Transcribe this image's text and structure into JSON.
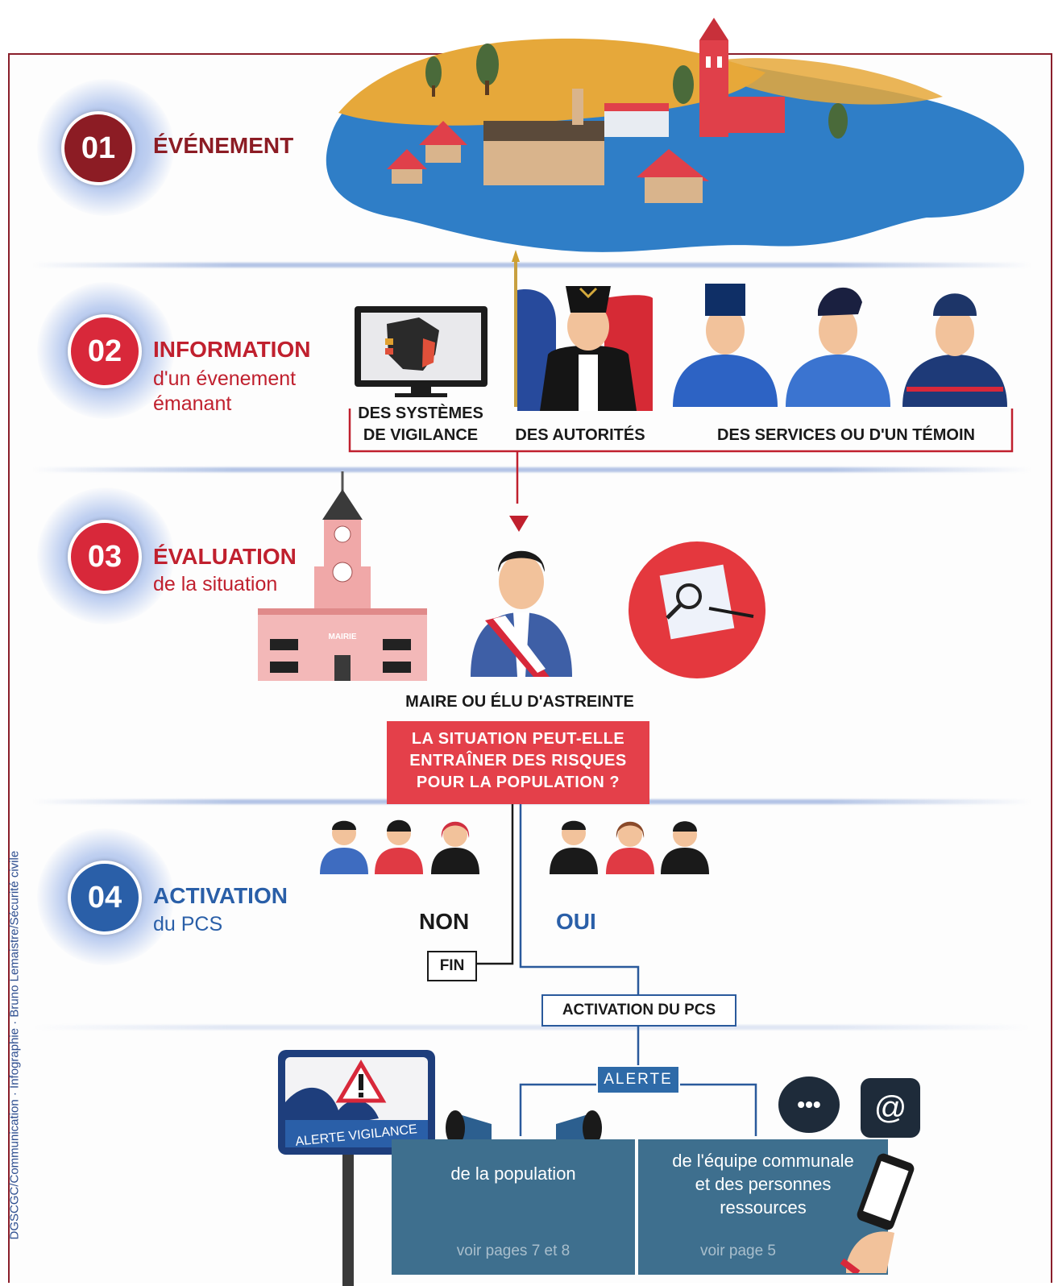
{
  "steps": [
    {
      "number": "01",
      "title": "ÉVÉNEMENT",
      "subtitle_1": "",
      "subtitle_2": "",
      "color": "#8c1c24"
    },
    {
      "number": "02",
      "title": "INFORMATION",
      "subtitle_1": "d'un évenement",
      "subtitle_2": "émanant",
      "color": "#d8283a"
    },
    {
      "number": "03",
      "title": "ÉVALUATION",
      "subtitle_1": "de la situation",
      "subtitle_2": "",
      "color": "#d8283a"
    },
    {
      "number": "04",
      "title": "ACTIVATION",
      "subtitle_1": "du PCS",
      "subtitle_2": "",
      "color": "#2a5fa8"
    }
  ],
  "information_sources": {
    "vigilance_1": "DES SYSTÈMES",
    "vigilance_2": "DE VIGILANCE",
    "authorities": "DES AUTORITÉS",
    "services": "DES SERVICES OU D'UN TÉMOIN"
  },
  "evaluation": {
    "town_hall_sign": "MAIRIE",
    "mayor_label": "MAIRE OU ÉLU D'ASTREINTE",
    "question_1": "LA SITUATION PEUT-ELLE",
    "question_2": "ENTRAÎNER DES RISQUES",
    "question_3": "POUR LA POPULATION ?"
  },
  "decision": {
    "no": "NON",
    "yes": "OUI",
    "end": "FIN",
    "activation": "ACTIVATION DU PCS",
    "alert": "ALERTE"
  },
  "alert_panels": {
    "sign_text": "ALERTE VIGILANCE",
    "population": "de la population",
    "population_ref": "voir pages 7 et 8",
    "team_1": "de l'équipe communale",
    "team_2": "et des personnes",
    "team_3": "ressources",
    "team_ref": "voir page 5",
    "chat_symbol": "•••",
    "at_symbol": "@"
  },
  "credit": "DGSCGC/Communication · Infographie · Bruno Lemaistre/Sécurité civile",
  "colors": {
    "dark_red": "#8c1c24",
    "red": "#d8283a",
    "blue": "#2a5fa8",
    "teal_panel": "#3e6f8e"
  }
}
